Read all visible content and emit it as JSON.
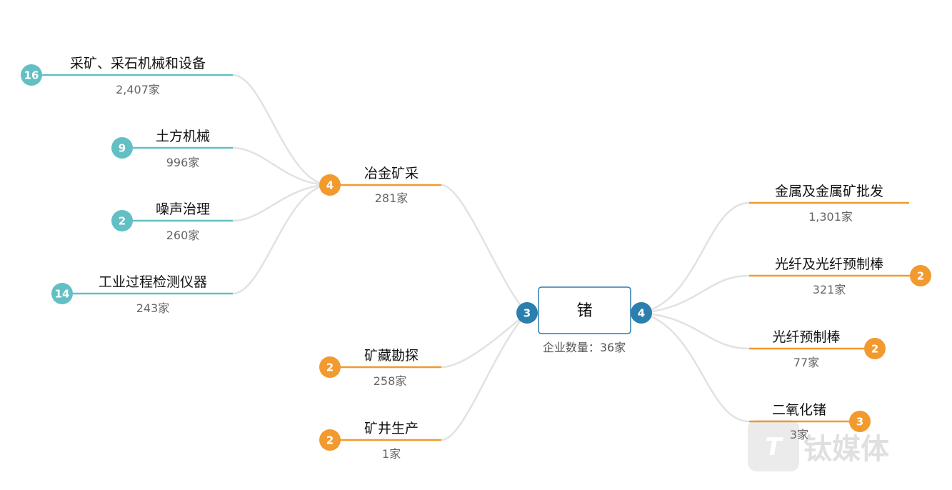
{
  "root": {
    "label": "锗",
    "subtitle": "企业数量：36家",
    "left_badge": "3",
    "right_badge": "4"
  },
  "left_groups": [
    {
      "name": "冶金矿采",
      "count": "281家",
      "badge": "4",
      "children": [
        {
          "name": "采矿、采石机械和设备",
          "count": "2,407家",
          "badge": "16"
        },
        {
          "name": "土方机械",
          "count": "996家",
          "badge": "9"
        },
        {
          "name": "噪声治理",
          "count": "260家",
          "badge": "2"
        },
        {
          "name": "工业过程检测仪器",
          "count": "243家",
          "badge": "14"
        }
      ]
    },
    {
      "name": "矿藏勘探",
      "count": "258家",
      "badge": "2",
      "children": []
    },
    {
      "name": "矿井生产",
      "count": "1家",
      "badge": "2",
      "children": []
    }
  ],
  "right_items": [
    {
      "name": "金属及金属矿批发",
      "count": "1,301家",
      "badge": ""
    },
    {
      "name": "光纤及光纤预制棒",
      "count": "321家",
      "badge": "2"
    },
    {
      "name": "光纤预制棒",
      "count": "77家",
      "badge": "2"
    },
    {
      "name": "二氧化锗",
      "count": "3家",
      "badge": "3"
    }
  ],
  "watermark": {
    "text": "钛媒体",
    "logo": "T"
  },
  "colors": {
    "teal": "#62c0c4",
    "orange": "#f29a2e",
    "root_blue": "#2b7fae",
    "link": "#e2e2e2"
  }
}
